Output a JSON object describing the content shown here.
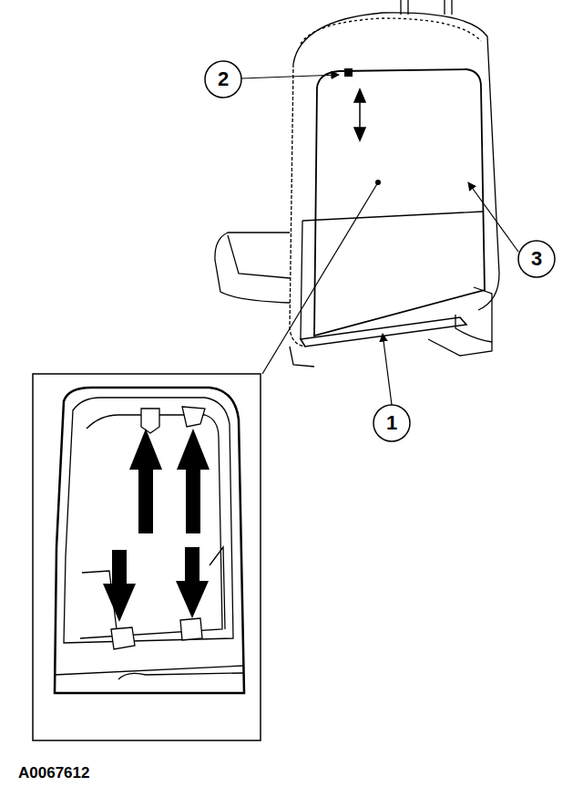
{
  "diagram": {
    "labels": [
      "2",
      "3",
      "1",
      "A0067612"
    ]
  }
}
